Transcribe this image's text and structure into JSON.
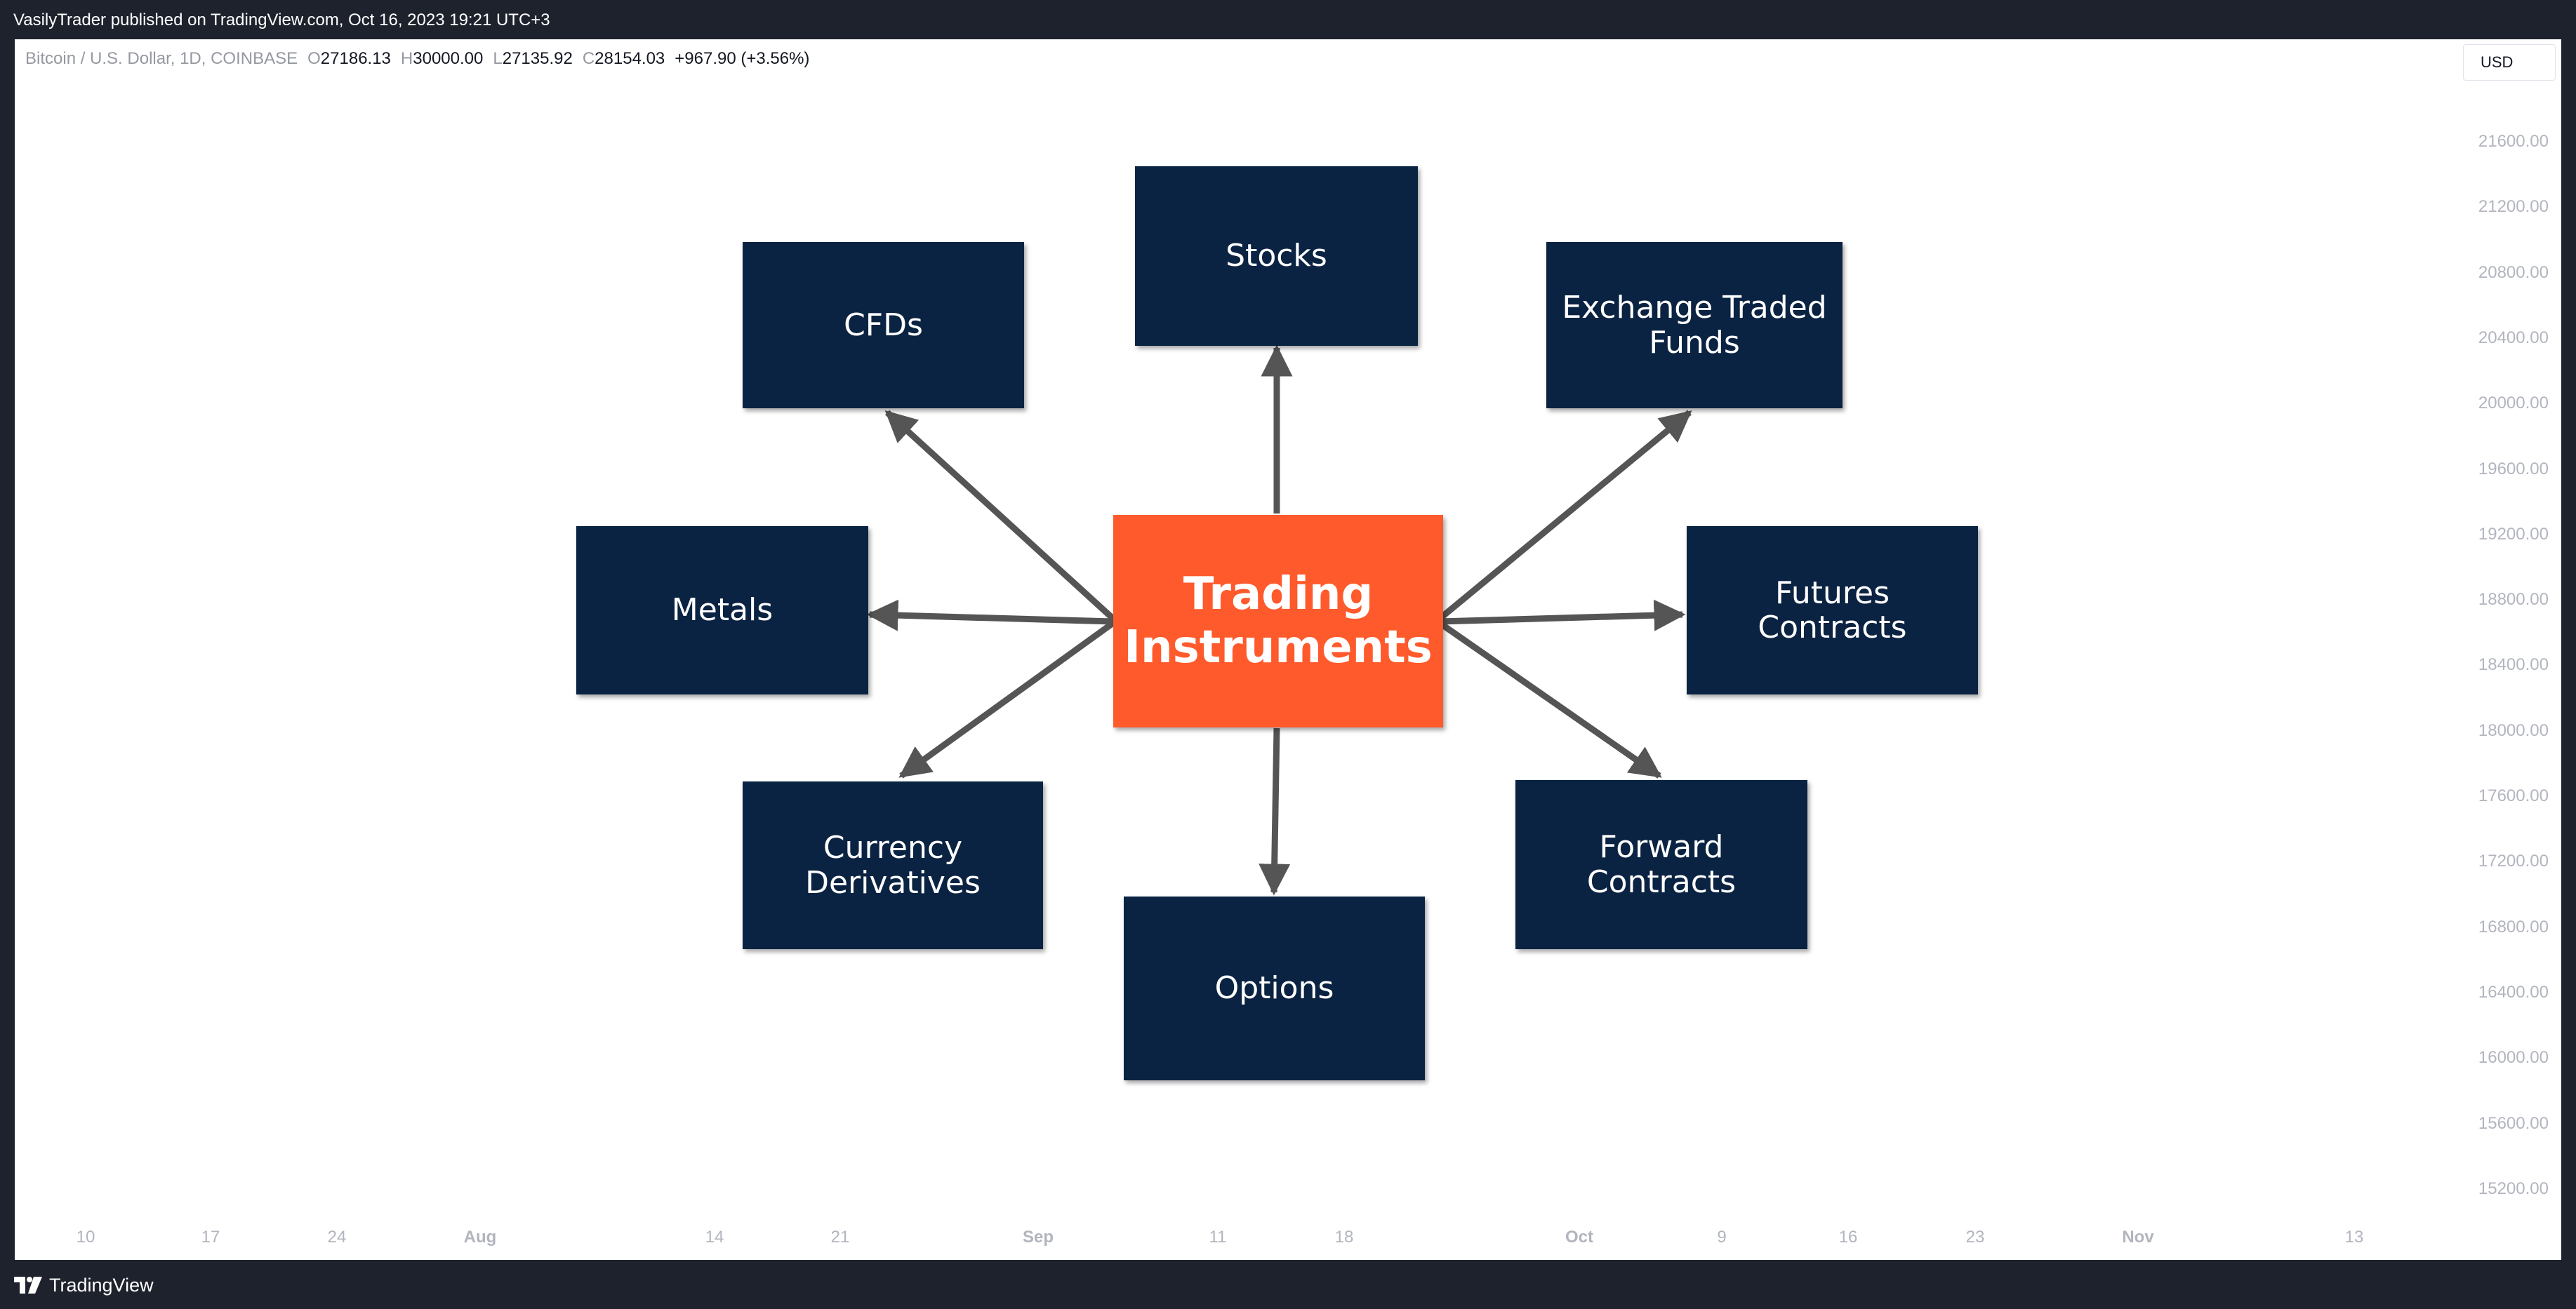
{
  "header": {
    "published_text": "VasilyTrader published on TradingView.com, Oct 16, 2023 19:21 UTC+3"
  },
  "legend": {
    "symbol": "Bitcoin / U.S. Dollar, 1D, COINBASE",
    "open_label": "O",
    "open_value": "27186.13",
    "high_label": "H",
    "high_value": "30000.00",
    "low_label": "L",
    "low_value": "27135.92",
    "close_label": "C",
    "close_value": "28154.03",
    "change": "+967.90 (+3.56%)"
  },
  "currency_button": "USD",
  "y_axis_ticks": [
    "21600.00",
    "21200.00",
    "20800.00",
    "20400.00",
    "20000.00",
    "19600.00",
    "19200.00",
    "18800.00",
    "18400.00",
    "18000.00",
    "17600.00",
    "17200.00",
    "16800.00",
    "16400.00",
    "16000.00",
    "15600.00",
    "15200.00"
  ],
  "x_axis_ticks": [
    "10",
    "17",
    "24",
    "Aug",
    "14",
    "21",
    "Sep",
    "11",
    "18",
    "Oct",
    "9",
    "16",
    "23",
    "Nov",
    "13"
  ],
  "diagram": {
    "center": [
      "Trading",
      "Instruments"
    ],
    "nodes": {
      "stocks": "Stocks",
      "cfds": "CFDs",
      "etf": "Exchange Traded Funds",
      "metals": "Metals",
      "futures": "Futures Contracts",
      "currency": "Currency Derivatives",
      "forward": "Forward Contracts",
      "options": "Options"
    }
  },
  "footer": {
    "brand": "TradingView"
  },
  "colors": {
    "frame": "#1e222d",
    "node_fill": "#0b2342",
    "center_fill": "#ff5a2c",
    "arrow": "#555555",
    "axis_text": "#b2b5be"
  }
}
